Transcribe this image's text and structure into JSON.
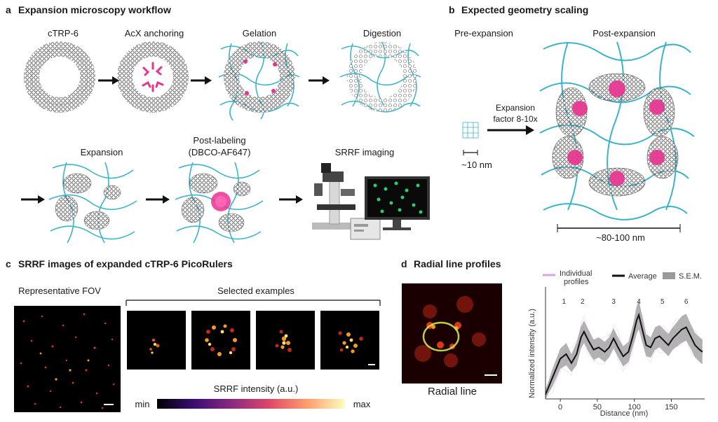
{
  "panel_a": {
    "letter": "a",
    "title": "Expansion microscopy workflow",
    "steps": [
      "cTRP-6",
      "AcX anchoring",
      "Gelation",
      "Digestion",
      "Expansion",
      "Post-labeling\n(DBCO-AF647)",
      "SRRF imaging"
    ],
    "step_line1": "Post-labeling",
    "step_line2": "(DBCO-AF647)"
  },
  "panel_b": {
    "letter": "b",
    "title": "Expected geometry scaling",
    "pre": "Pre-expansion",
    "post": "Post-expansion",
    "factor_line1": "Expansion",
    "factor_line2": "factor 8-10x",
    "pre_scale": "~10 nm",
    "post_scale": "~80-100 nm"
  },
  "panel_c": {
    "letter": "c",
    "title": "SRRF images of expanded cTRP-6 PicoRulers",
    "fov_label": "Representative FOV",
    "examples_label": "Selected examples",
    "colorbar_label": "SRRF intensity (a.u.)",
    "colorbar_min": "min",
    "colorbar_max": "max"
  },
  "panel_d": {
    "letter": "d",
    "title": "Radial line profiles",
    "image_label": "Radial line"
  },
  "colors": {
    "gel": "#3bb3c9",
    "dye": "#e8338f",
    "protein": "#555555",
    "mean_line": "#111111",
    "sem_band": "#9a9a9a",
    "individual": "#d7a6e6",
    "camera_cells": "#2ecc71"
  },
  "chart_data": {
    "type": "line",
    "xlabel": "Distance (nm)",
    "ylabel": "Normalized intensity (a.u.)",
    "xticks": [
      0,
      50,
      100,
      150
    ],
    "xlim": [
      -20,
      195
    ],
    "ylim": [
      0,
      1.0
    ],
    "legend": [
      "Individual profiles",
      "Average",
      "S.E.M."
    ],
    "legend_individual_line1": "Individual",
    "legend_individual_line2": "profiles",
    "peak_labels": [
      {
        "label": "1",
        "x": 5
      },
      {
        "label": "2",
        "x": 30
      },
      {
        "label": "3",
        "x": 72
      },
      {
        "label": "4",
        "x": 106
      },
      {
        "label": "5",
        "x": 138
      },
      {
        "label": "6",
        "x": 170
      }
    ],
    "series": [
      {
        "name": "Average",
        "x": [
          -20,
          -10,
          0,
          8,
          15,
          22,
          28,
          32,
          38,
          45,
          52,
          60,
          66,
          72,
          78,
          85,
          92,
          98,
          103,
          106,
          110,
          116,
          122,
          128,
          134,
          140,
          146,
          152,
          158,
          164,
          170,
          176,
          182,
          188,
          192
        ],
        "values": [
          0.04,
          0.2,
          0.36,
          0.4,
          0.32,
          0.4,
          0.55,
          0.6,
          0.52,
          0.44,
          0.46,
          0.42,
          0.46,
          0.54,
          0.46,
          0.38,
          0.42,
          0.56,
          0.7,
          0.75,
          0.64,
          0.48,
          0.46,
          0.54,
          0.56,
          0.52,
          0.48,
          0.54,
          0.58,
          0.62,
          0.64,
          0.56,
          0.48,
          0.44,
          0.42
        ],
        "sem_low": [
          0.0,
          0.12,
          0.27,
          0.3,
          0.24,
          0.3,
          0.45,
          0.5,
          0.42,
          0.35,
          0.37,
          0.33,
          0.37,
          0.45,
          0.37,
          0.29,
          0.33,
          0.46,
          0.58,
          0.62,
          0.52,
          0.38,
          0.37,
          0.44,
          0.46,
          0.42,
          0.38,
          0.44,
          0.47,
          0.5,
          0.52,
          0.45,
          0.37,
          0.33,
          0.31
        ],
        "sem_high": [
          0.08,
          0.28,
          0.45,
          0.5,
          0.4,
          0.5,
          0.65,
          0.7,
          0.62,
          0.53,
          0.55,
          0.51,
          0.55,
          0.63,
          0.55,
          0.47,
          0.51,
          0.66,
          0.82,
          0.88,
          0.76,
          0.58,
          0.55,
          0.64,
          0.66,
          0.62,
          0.58,
          0.64,
          0.69,
          0.74,
          0.76,
          0.67,
          0.59,
          0.55,
          0.53
        ]
      }
    ]
  }
}
